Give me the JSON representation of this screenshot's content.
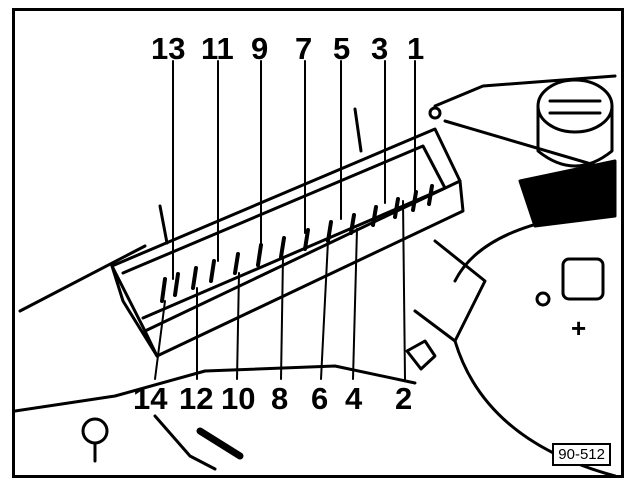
{
  "figure": {
    "reference": "90-512",
    "labels_top": [
      "13",
      "11",
      "9",
      "7",
      "5",
      "3",
      "1"
    ],
    "labels_bottom": [
      "14",
      "12",
      "10",
      "8",
      "6",
      "4",
      "2"
    ],
    "symbol_plus": "+"
  },
  "colors": {
    "ink": "#000000",
    "paper": "#ffffff"
  }
}
